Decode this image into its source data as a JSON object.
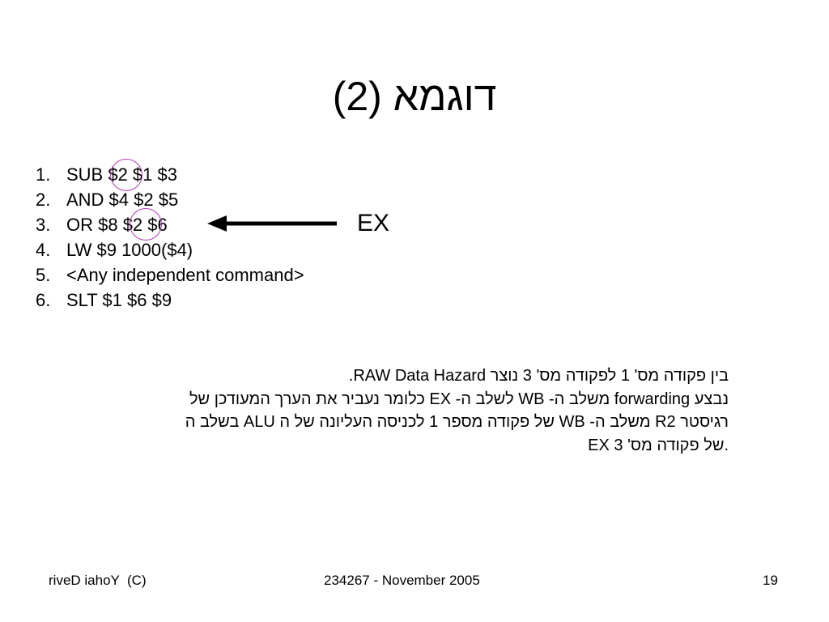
{
  "slide": {
    "title": "דוגמא (2)",
    "instructions": [
      {
        "num": "1.",
        "text": "SUB $2 $1 $3"
      },
      {
        "num": "2.",
        "text": "AND $4 $2 $5"
      },
      {
        "num": "3.",
        "text": "OR $8 $2 $6"
      },
      {
        "num": "4.",
        "text": "LW $9 1000($4)"
      },
      {
        "num": "5.",
        "text": "<Any independent command>"
      },
      {
        "num": "6.",
        "text": "SLT $1 $6 $9"
      }
    ],
    "stage_label": "EX",
    "explanation_lines": [
      "בין פקודה מס' 1 לפקודה מס' 3 נוצר RAW Data Hazard.",
      "נבצע  forwarding משלב ה- WB לשלב ה- EX כלומר נעביר את הערך המעודכן של",
      "רגיסטר R2 משלב ה- WB של פקודה מספר 1 לכניסה העליונה של ה ALU בשלב ה",
      "EX של פקודה מס' 3."
    ],
    "highlight_color": "#b03bb8"
  },
  "footer": {
    "left": "riveD iahoY  (C)",
    "center": "234267 - November 2005",
    "page_number": "19"
  }
}
